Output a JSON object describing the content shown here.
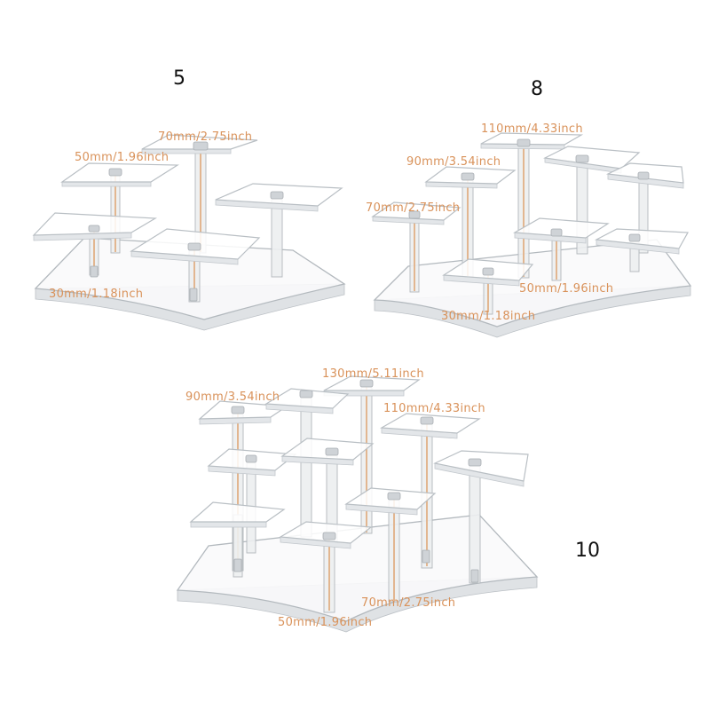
{
  "sets": [
    {
      "count": "5",
      "labels": {
        "l70": "70mm/2.75inch",
        "l50": "50mm/1.96inch",
        "l30": "30mm/1.18inch"
      }
    },
    {
      "count": "8",
      "labels": {
        "l110": "110mm/4.33inch",
        "l90": "90mm/3.54inch",
        "l70": "70mm/2.75inch",
        "l50": "50mm/1.96inch",
        "l30": "30mm/1.18inch"
      }
    },
    {
      "count": "10",
      "labels": {
        "l130": "130mm/5.11inch",
        "l110": "110mm/4.33inch",
        "l90": "90mm/3.54inch",
        "l70": "70mm/2.75inch",
        "l50": "50mm/1.96inch"
      }
    }
  ],
  "colors": {
    "dimension_text": "#d9925a",
    "count_text": "#111111",
    "acrylic_edge": "#b9bfc4"
  }
}
